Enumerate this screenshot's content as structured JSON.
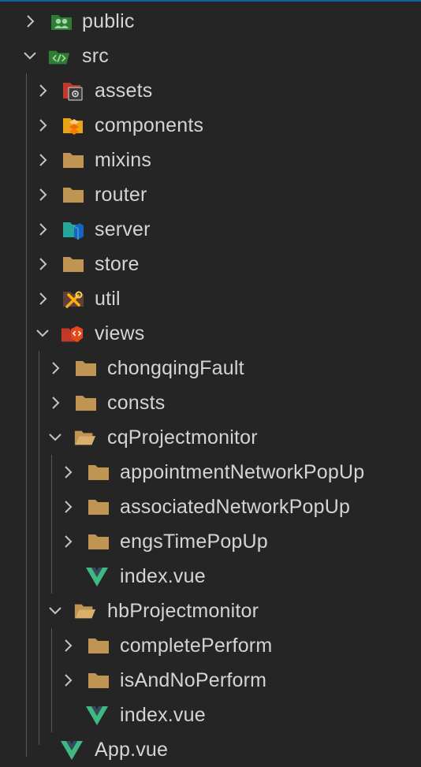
{
  "explorer": {
    "items": [
      {
        "label": "public",
        "icon": "folder-public-icon",
        "expanded": false
      },
      {
        "label": "src",
        "icon": "folder-src-icon",
        "expanded": true
      },
      {
        "label": "assets",
        "icon": "folder-assets-icon",
        "expanded": false
      },
      {
        "label": "components",
        "icon": "folder-components-icon",
        "expanded": false
      },
      {
        "label": "mixins",
        "icon": "folder-icon",
        "expanded": false
      },
      {
        "label": "router",
        "icon": "folder-icon",
        "expanded": false
      },
      {
        "label": "server",
        "icon": "folder-server-icon",
        "expanded": false
      },
      {
        "label": "store",
        "icon": "folder-icon",
        "expanded": false
      },
      {
        "label": "util",
        "icon": "folder-util-icon",
        "expanded": false
      },
      {
        "label": "views",
        "icon": "folder-views-icon",
        "expanded": true
      },
      {
        "label": "chongqingFault",
        "icon": "folder-icon",
        "expanded": false
      },
      {
        "label": "consts",
        "icon": "folder-icon",
        "expanded": false
      },
      {
        "label": "cqProjectmonitor",
        "icon": "folder-open-icon",
        "expanded": true
      },
      {
        "label": "appointmentNetworkPopUp",
        "icon": "folder-icon",
        "expanded": false
      },
      {
        "label": "associatedNetworkPopUp",
        "icon": "folder-icon",
        "expanded": false
      },
      {
        "label": "engsTimePopUp",
        "icon": "folder-icon",
        "expanded": false
      },
      {
        "label": "index.vue",
        "icon": "vue-file-icon"
      },
      {
        "label": "hbProjectmonitor",
        "icon": "folder-open-icon",
        "expanded": true
      },
      {
        "label": "completePerform",
        "icon": "folder-icon",
        "expanded": false
      },
      {
        "label": "isAndNoPerform",
        "icon": "folder-icon",
        "expanded": false
      },
      {
        "label": "index.vue",
        "icon": "vue-file-icon"
      },
      {
        "label": "App.vue",
        "icon": "vue-file-icon"
      }
    ]
  },
  "colors": {
    "background": "#252526",
    "text": "#d4d4d4",
    "chevron": "#c5c5c5",
    "folder": "#c09553",
    "vue": "#41b883"
  }
}
